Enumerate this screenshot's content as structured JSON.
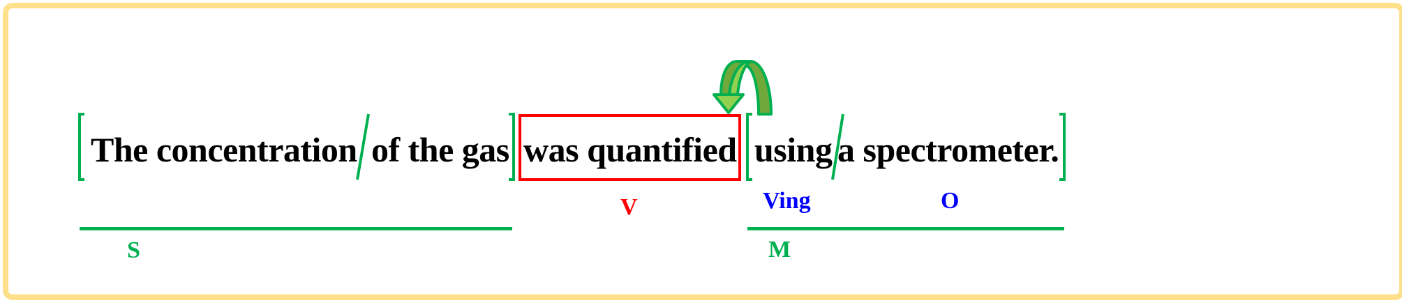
{
  "sentence": {
    "subject_part1": "The concentration",
    "subject_part2": "of the gas",
    "verb": "was quantified",
    "modifier_part1": "using",
    "modifier_part2": "a spectrometer."
  },
  "labels": {
    "subject": "S",
    "verb": "V",
    "ving": "Ving",
    "object": "O",
    "modifier": "M"
  },
  "colors": {
    "frame": "#FFE08A",
    "bracket": "#00B050",
    "verb_box": "#FF0000",
    "verb_label": "#FF0000",
    "ving_label": "#0000FF",
    "object_label": "#0000FF",
    "subject_label": "#00B050",
    "modifier_label": "#00B050",
    "arrow_light": "#92D050",
    "arrow_dark": "#70A83C"
  },
  "icons": {
    "arrow": "curved-arrow-icon"
  }
}
